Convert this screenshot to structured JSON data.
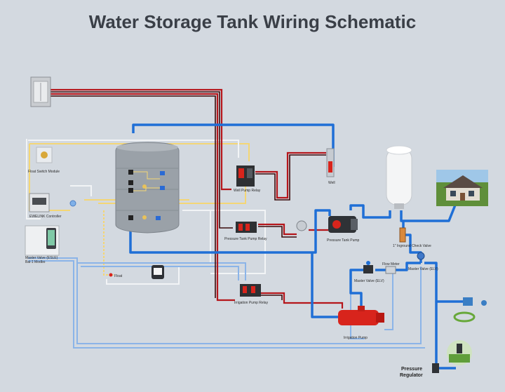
{
  "title": "Water Storage Tank Wiring Schematic",
  "labels": {
    "well_pump_relay": "Well Pump Relay",
    "well": "Well",
    "pressure_tank_pump_relay": "Pressure Tank Pump Relay",
    "pressure_tank_pump": "Pressure Tank Pump",
    "irrigation_pump_relay": "Irrigation Pump Relay",
    "irrigation_pump": "Irrigation Pump",
    "pressure_regulator_l1": "Pressure",
    "pressure_regulator_l2": "Regulator",
    "float_switch_module": "Float Switch Module",
    "ewelink_controller": "EWELINK Controller",
    "master_valve_l1": "Master Valve (ESLE)",
    "master_valve_l2": "Bal-1 Modbo",
    "master_valve_right": "Master Valve (ELV)",
    "master_valve_mid": "Master Valve (ELV)",
    "check_valve": "1\" Inground Check Valve",
    "flow_meter": "Flow Meter",
    "float_label": "Float"
  },
  "colors": {
    "background": "#d3d9e0",
    "power_wire": "#b5161b",
    "water_pipe": "#1f6fd6",
    "control_wire_yellow": "#f4d675",
    "control_wire_white": "#f2f4f6",
    "control_wire_blue": "#8bb4e8",
    "tank": "#9aa1a8",
    "pump_red": "#d8241c"
  },
  "icons": [
    "breaker-panel-icon",
    "storage-tank-icon",
    "pressure-tank-icon",
    "house-icon",
    "garden-hose-icon",
    "sprinkler-icon",
    "relay-icon",
    "pump-icon",
    "valve-icon",
    "phone-app-icon"
  ]
}
